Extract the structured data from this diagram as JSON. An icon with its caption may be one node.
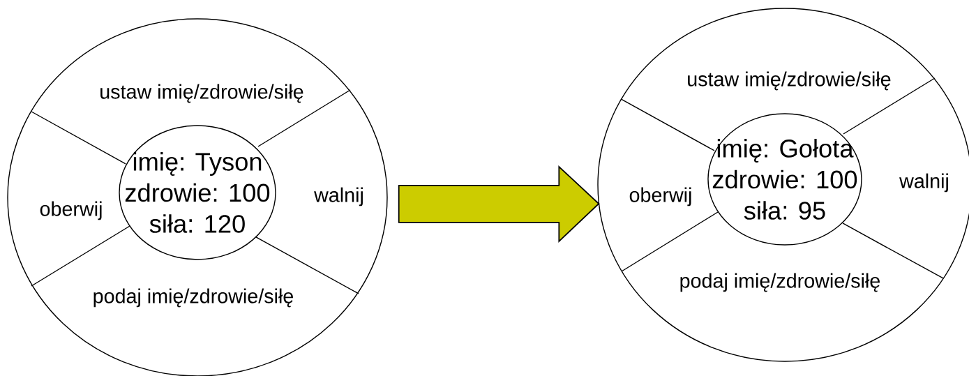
{
  "diagram": {
    "nodes": [
      {
        "text": [
          "ustaw imię/zdrowie/siłę",
          "oberwij",
          "walnij",
          "podaj imię/zdrowie/siłę"
        ]
      },
      {
        "text": [
          "imię: Tyson",
          "zdrowie: 100",
          "siła: 120"
        ],
        "in": 0
      },
      {
        "text": [
          "ustaw imię/zdrowie/siłę",
          "oberwij",
          "walnij",
          "podaj imię/zdrowie/siłę"
        ]
      },
      {
        "text": [
          "imię: Gołota",
          "zdrowie: 100",
          "siła: 95"
        ],
        "in": 2
      }
    ],
    "edges": [
      {
        "from": 0,
        "to": 2,
        "arrow": "to",
        "style": "thick",
        "color": "#cccc00"
      }
    ]
  }
}
